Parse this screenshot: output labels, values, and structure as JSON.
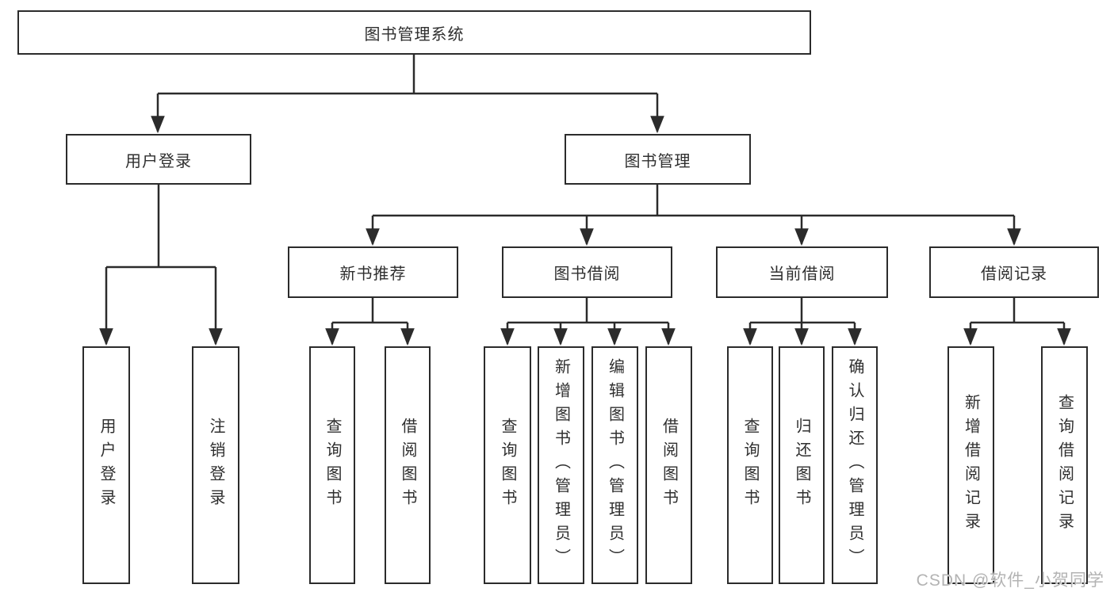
{
  "colors": {
    "line": "#2b2b2b",
    "text": "#2f2f2f",
    "box-bg": "#ffffff",
    "page-bg": "#ffffff",
    "watermark": "#b3b3b3"
  },
  "watermark": {
    "text": "CSDN @软件_小贺同学"
  },
  "tree": {
    "root": {
      "label": "图书管理系统"
    },
    "level2": [
      {
        "label": "用户登录",
        "leaves": [
          "用户登录",
          "注销登录"
        ]
      },
      {
        "label": "图书管理",
        "children": [
          {
            "label": "新书推荐",
            "leaves": [
              "查询图书",
              "借阅图书"
            ]
          },
          {
            "label": "图书借阅",
            "leaves": [
              "查询图书",
              "新增图书（管理员）",
              "编辑图书（管理员）",
              "借阅图书"
            ]
          },
          {
            "label": "当前借阅",
            "leaves": [
              "查询图书",
              "归还图书",
              "确认归还（管理员）"
            ]
          },
          {
            "label": "借阅记录",
            "leaves": [
              "新增借阅记录",
              "查询借阅记录"
            ]
          }
        ]
      }
    ]
  }
}
